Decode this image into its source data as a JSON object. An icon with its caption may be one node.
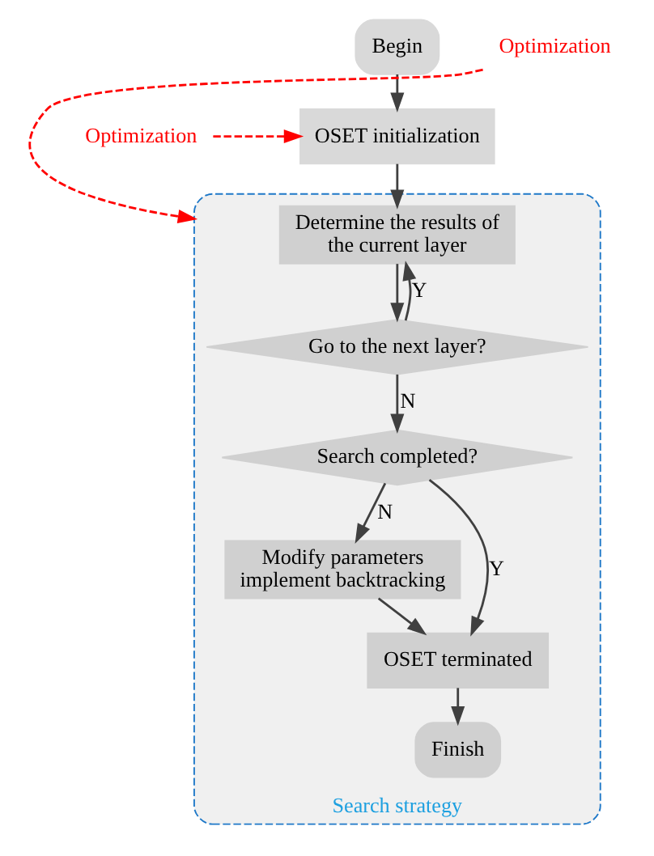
{
  "diagram": {
    "nodes": [
      {
        "text": [
          "Begin"
        ]
      },
      {
        "text": [
          "Optimization"
        ]
      },
      {
        "text": [
          "OSET initialization"
        ]
      },
      {
        "text": [
          "Search strategy"
        ]
      },
      {
        "text": [
          "Determine the results of the current layer"
        ],
        "in": 3
      },
      {
        "text": [
          "Go to the next layer?"
        ],
        "in": 3
      },
      {
        "text": [
          "Optimization"
        ]
      },
      {
        "text": [
          "Search completed?"
        ],
        "in": 3
      },
      {
        "text": [
          "Modify parameters implement backtracking"
        ],
        "in": 3
      },
      {
        "text": [
          "OSET terminated"
        ],
        "in": 3
      },
      {
        "text": [
          "Finish"
        ],
        "in": 3
      }
    ],
    "edges": [
      {
        "from": 0,
        "to": 2,
        "arrow": "to"
      },
      {
        "from": 1,
        "to": 2,
        "arrow": "to",
        "style": "dashed",
        "color": "#ff0000"
      },
      {
        "from": 2,
        "to": 4,
        "arrow": "to"
      },
      {
        "from": 4,
        "to": 5,
        "arrow": "to"
      },
      {
        "from": 5,
        "to": 4,
        "arrow": "to",
        "label": "Y"
      },
      {
        "from": 5,
        "to": 7,
        "arrow": "to",
        "label": "N"
      },
      {
        "from": 6,
        "to": 3,
        "arrow": "to",
        "style": "dashed",
        "color": "#ff0000"
      },
      {
        "from": 7,
        "to": 9,
        "arrow": "to",
        "label": "Y"
      },
      {
        "from": 7,
        "to": 8,
        "arrow": "to",
        "label": "N"
      },
      {
        "from": 8,
        "to": 9,
        "arrow": "to"
      },
      {
        "from": 9,
        "to": 10,
        "arrow": "to"
      }
    ]
  }
}
